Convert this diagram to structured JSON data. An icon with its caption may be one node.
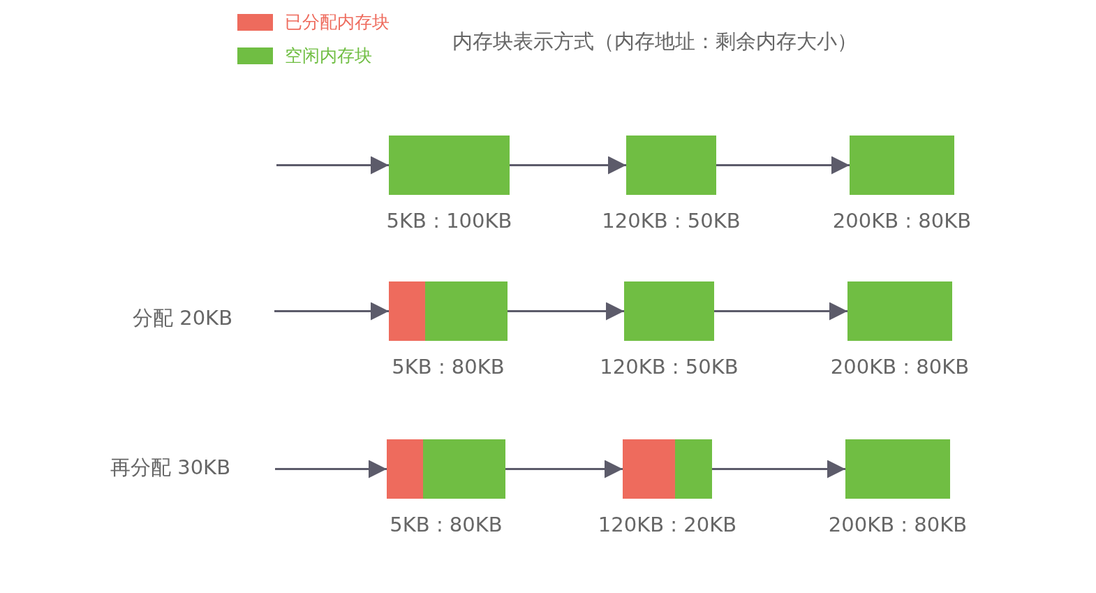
{
  "diagram": {
    "title": "内存块表示方式（内存地址：剩余内存大小）",
    "nodes": [
      {
        "text": [],
        "shape": "box",
        "beside": [
          "5KB : 100KB"
        ]
      },
      {
        "text": [],
        "shape": "box",
        "beside": [
          "120KB : 50KB"
        ]
      },
      {
        "text": [],
        "shape": "box",
        "beside": [
          "200KB : 80KB"
        ]
      },
      {
        "text": [],
        "shape": "box",
        "beside": [
          "5KB : 80KB"
        ]
      },
      {
        "text": [],
        "shape": "box",
        "in": 3
      },
      {
        "text": [],
        "shape": "box",
        "beside": [
          "120KB : 50KB"
        ]
      },
      {
        "text": [],
        "shape": "box",
        "beside": [
          "200KB : 80KB"
        ]
      },
      {
        "text": [],
        "shape": "box",
        "beside": [
          "5KB : 80KB"
        ]
      },
      {
        "text": [],
        "shape": "box",
        "in": 7
      },
      {
        "text": [],
        "shape": "box",
        "beside": [
          "120KB : 20KB"
        ]
      },
      {
        "text": [],
        "shape": "box",
        "in": 9
      },
      {
        "text": [],
        "shape": "box",
        "beside": [
          "200KB : 80KB"
        ]
      }
    ],
    "edges": [
      {
        "from": null,
        "to": 0,
        "arrow": "to"
      },
      {
        "from": 0,
        "to": 1,
        "arrow": "to"
      },
      {
        "from": 1,
        "to": 2,
        "arrow": "to"
      },
      {
        "from": null,
        "to": 3,
        "arrow": "to"
      },
      {
        "from": 3,
        "to": 5,
        "arrow": "to"
      },
      {
        "from": 5,
        "to": 6,
        "arrow": "to"
      },
      {
        "from": null,
        "to": 7,
        "arrow": "to"
      },
      {
        "from": 7,
        "to": 9,
        "arrow": "to"
      },
      {
        "from": 9,
        "to": 11,
        "arrow": "to"
      }
    ],
    "labels": [
      "分配 20KB",
      "再分配 30KB"
    ],
    "legend": [
      {
        "text": "已分配内存块",
        "color": "#ee6b5d"
      },
      {
        "text": "空闲内存块",
        "color": "#70be43"
      }
    ]
  }
}
